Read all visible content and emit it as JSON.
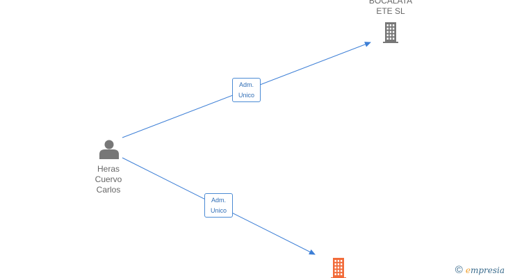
{
  "diagram": {
    "nodes": [
      {
        "id": "person",
        "type": "person",
        "label": "Heras\nCuervo\nCarlos",
        "color": "#777777"
      },
      {
        "id": "company-1",
        "type": "company",
        "label": "BOCALATA\nETE SL",
        "color": "#777777"
      },
      {
        "id": "company-2",
        "type": "company",
        "label": "",
        "color": "#f26b3a"
      }
    ],
    "edges": [
      {
        "from": "person",
        "to": "company-1",
        "label": "Adm.\nUnico"
      },
      {
        "from": "person",
        "to": "company-2",
        "label": "Adm.\nUnico"
      }
    ],
    "edge_color": "#3d7fd6"
  },
  "watermark": {
    "symbol": "©",
    "brand_initial": "e",
    "brand_rest": "mpresia"
  }
}
